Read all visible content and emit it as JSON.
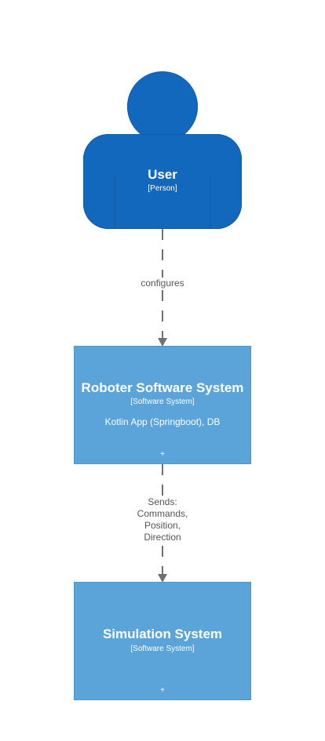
{
  "diagram": {
    "person": {
      "name": "User",
      "tag": "[Person]",
      "color": "#1168bd"
    },
    "systems": [
      {
        "name": "Roboter Software System",
        "tag": "[Software System]",
        "description": "Kotlin App (Springboot), DB",
        "expand_marker": "+",
        "color": "#5aa4d9"
      },
      {
        "name": "Simulation System",
        "tag": "[Software System]",
        "expand_marker": "+",
        "color": "#5aa4d9"
      }
    ],
    "relationships": [
      {
        "label": "configures"
      },
      {
        "label": "Sends:\nCommands,\nPosition,\nDirection"
      }
    ]
  }
}
